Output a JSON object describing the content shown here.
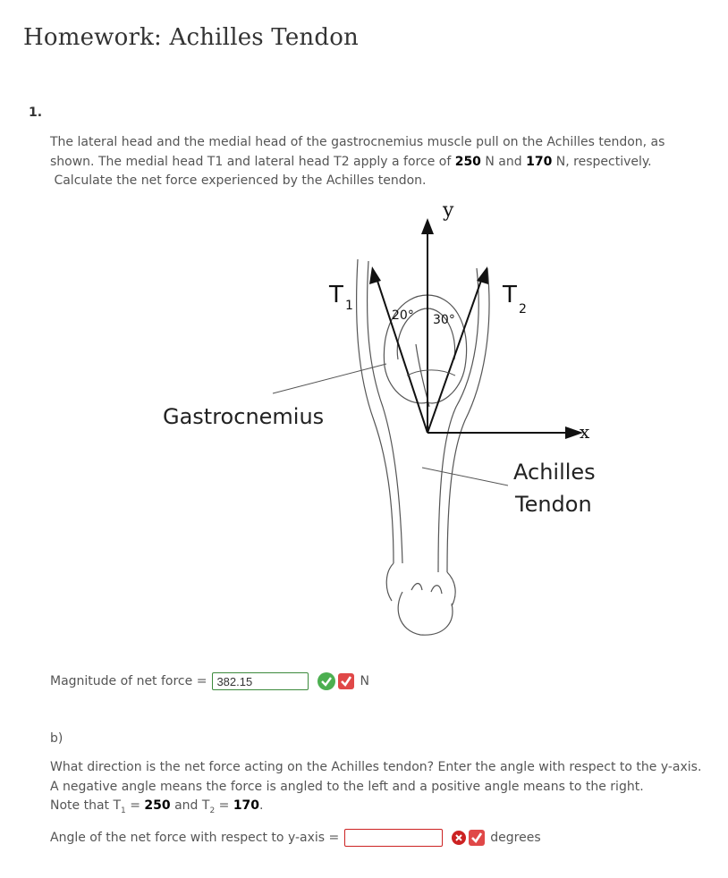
{
  "page_title": "Homework: Achilles Tendon",
  "question_number": "1.",
  "question": {
    "text_a": "The lateral head and the medial head of the gastrocnemius muscle pull on the Achilles tendon, as shown.  The medial head T1 and lateral head T2 apply a force of ",
    "force1": "250",
    "text_b": " N and ",
    "force2": "170",
    "text_c": " N, respectively.",
    "text_d": "Calculate the net force experienced by the Achilles tendon."
  },
  "figure": {
    "label_y": "y",
    "label_x": "x",
    "label_t1": "T",
    "label_t1_sub": "1",
    "label_t2": "T",
    "label_t2_sub": "2",
    "angle1": "20°",
    "angle2": "30°",
    "label_muscle": "Gastrocnemius",
    "label_tendon_1": "Achilles",
    "label_tendon_2": "Tendon"
  },
  "part_a": {
    "label": "Magnitude of net force =",
    "value": "382.15",
    "unit": "N",
    "status": "correct",
    "status_icon": "check-circle-icon",
    "check_icon": "checkmark-icon"
  },
  "part_b": {
    "label": "b)",
    "text_a": "What direction is the net force acting on the Achilles tendon?  Enter the angle with respect to the y-axis.  A negative angle means the force is angled to the left and a positive angle means to the right.",
    "note_prefix": "Note that T",
    "note_sub1": "1",
    "note_eq1": " = ",
    "note_val1": "250",
    "note_and": " and T",
    "note_sub2": "2",
    "note_eq2": " = ",
    "note_val2": "170",
    "note_end": ".",
    "answer_label": "Angle of the net force with respect to y-axis =",
    "value": "",
    "unit": "degrees",
    "status": "incorrect",
    "status_icon": "x-circle-icon",
    "check_icon": "checkmark-icon"
  },
  "colors": {
    "correct": "#4caf50",
    "incorrect": "#cc2222",
    "check_button": "#e04848"
  }
}
